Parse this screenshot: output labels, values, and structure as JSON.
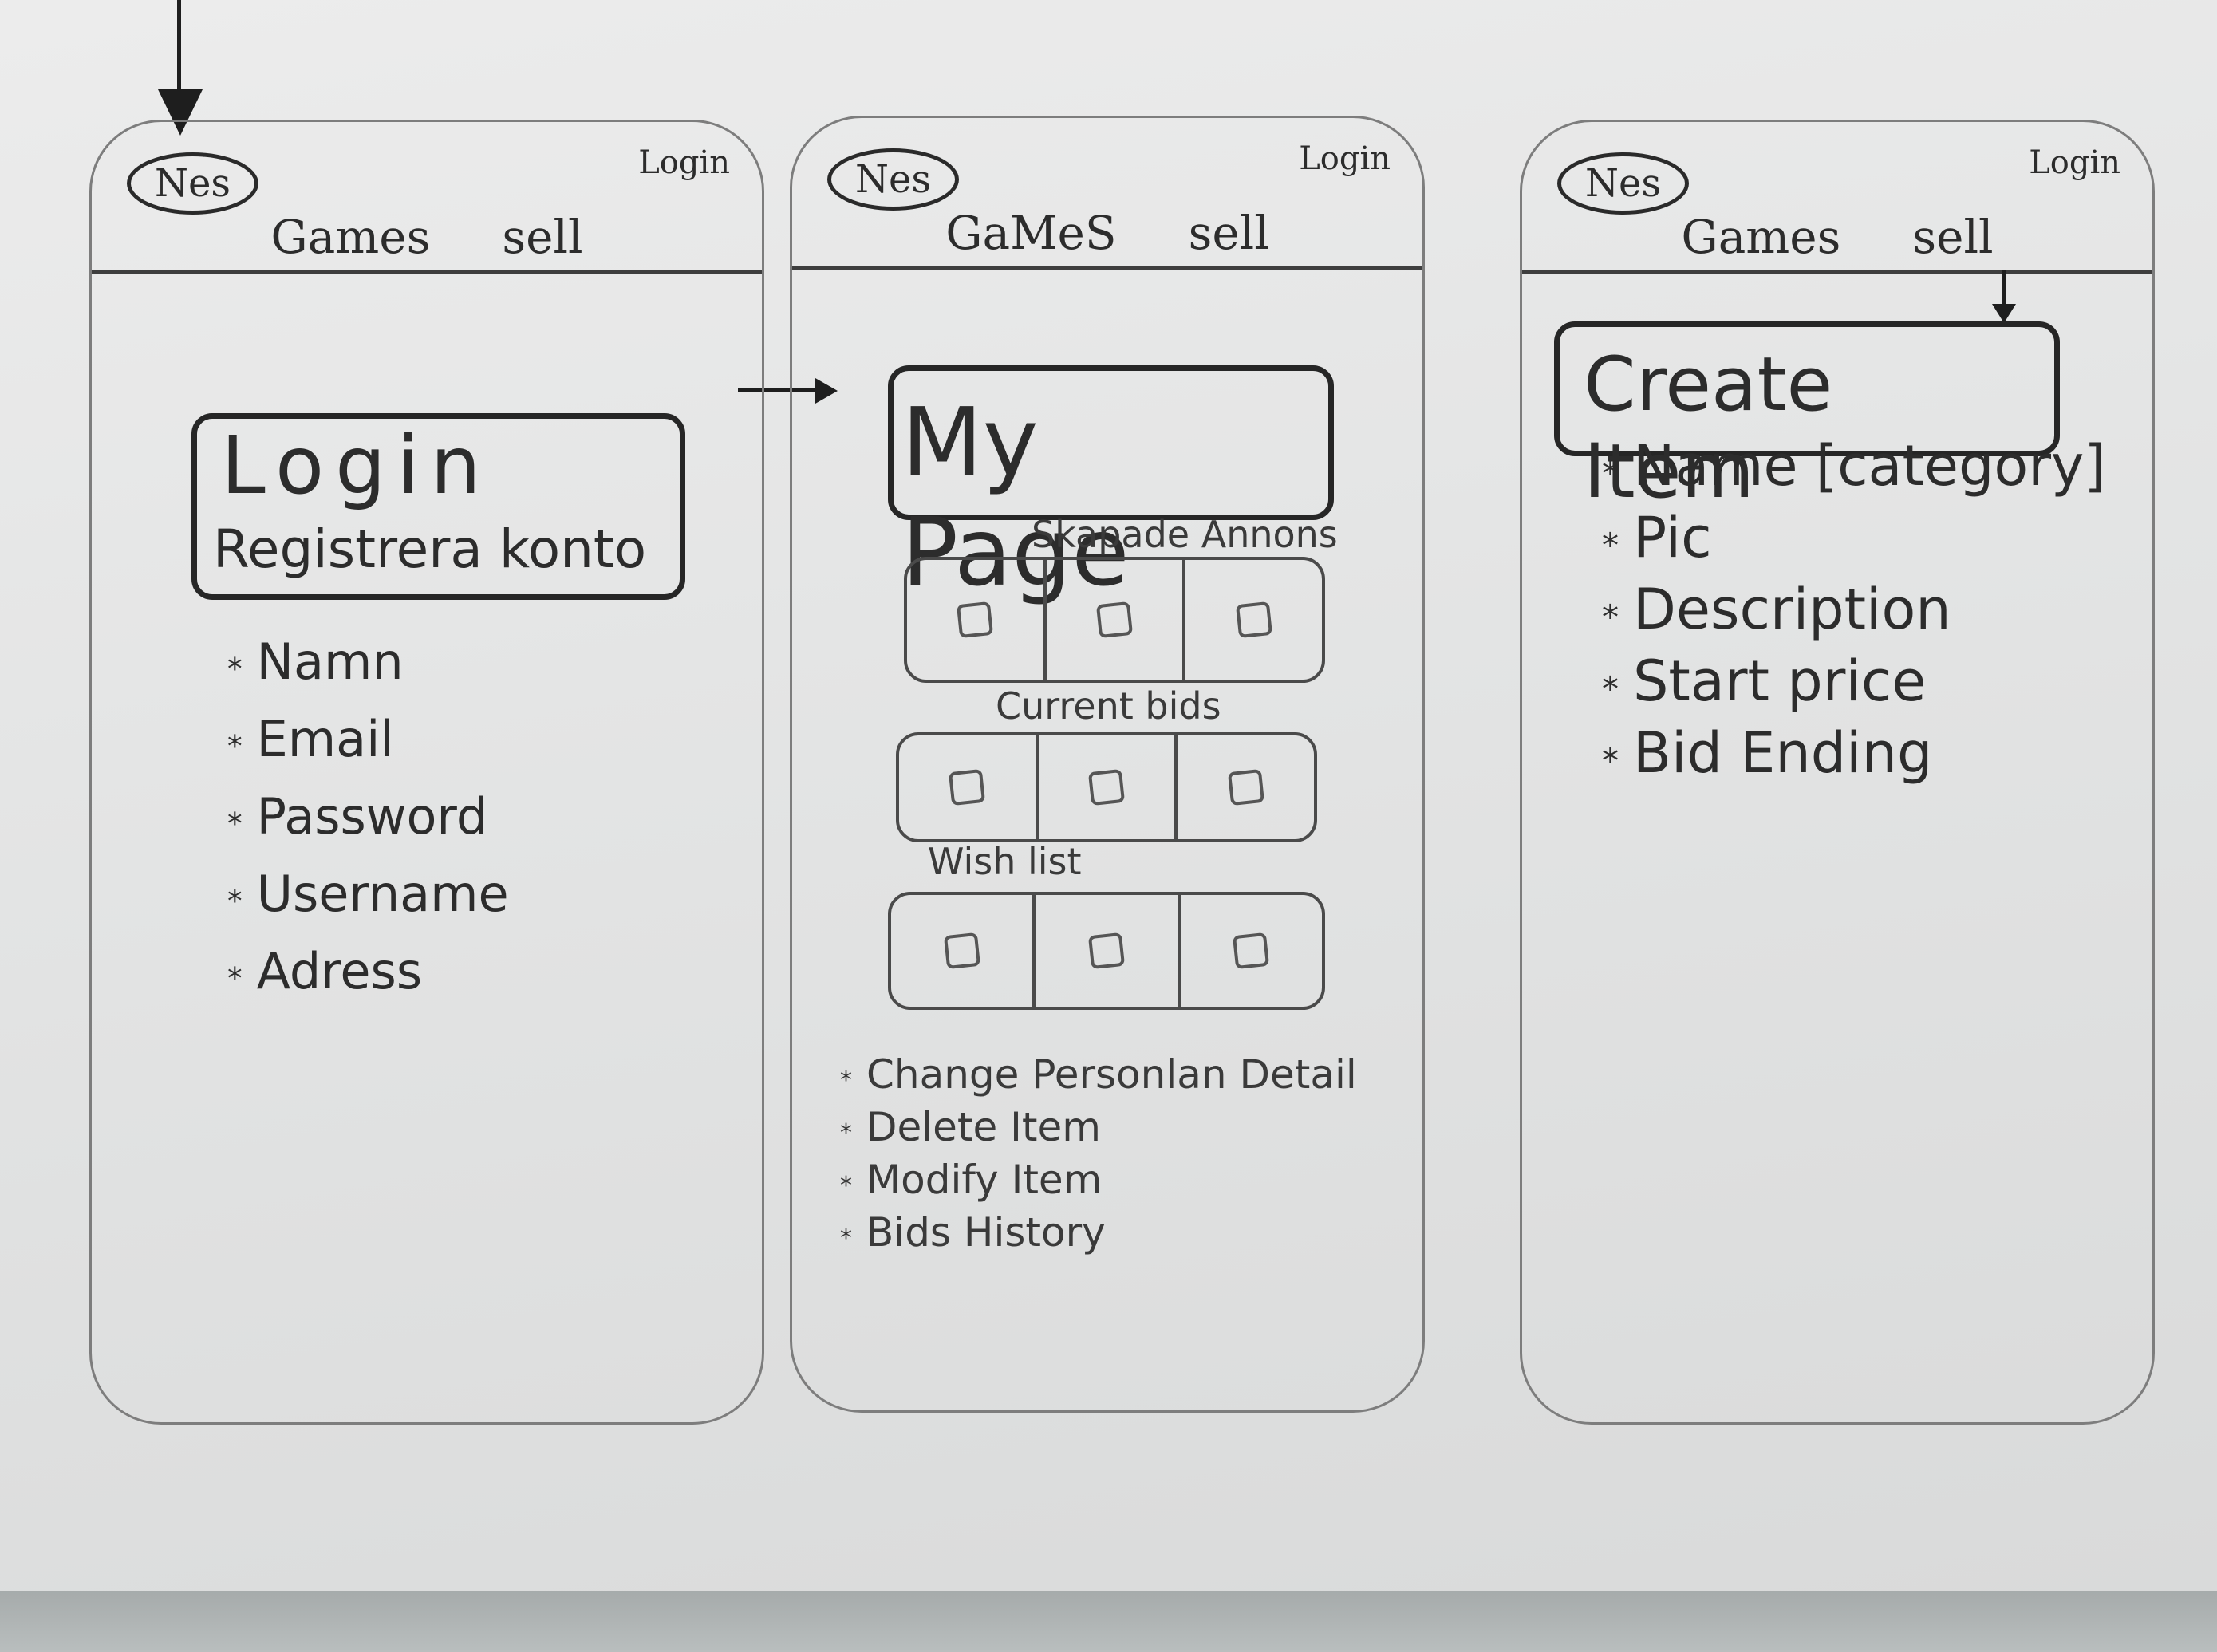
{
  "screens": [
    {
      "logo": "Nes",
      "nav_login": "Login",
      "nav": [
        "Games",
        "sell"
      ],
      "box_title": "Login",
      "box_subtitle": "Registrera konto",
      "fields": [
        "Namn",
        "Email",
        "Password",
        "Username",
        "Adress"
      ]
    },
    {
      "logo": "Nes",
      "nav_login": "Login",
      "nav": [
        "GaMeS",
        "sell"
      ],
      "box_title": "My Page",
      "sections": [
        "Skapade Annons",
        "Current bids",
        "Wish list"
      ],
      "actions": [
        "Change Personlan Detail",
        "Delete Item",
        "Modify Item",
        "Bids History"
      ]
    },
    {
      "logo": "Nes",
      "nav_login": "Login",
      "nav": [
        "Games",
        "sell"
      ],
      "box_title": "Create Item",
      "fields": [
        "Name [category]",
        "Pic",
        "Description",
        "Start price",
        "Bid Ending"
      ]
    }
  ],
  "bullet_glyph": "*"
}
